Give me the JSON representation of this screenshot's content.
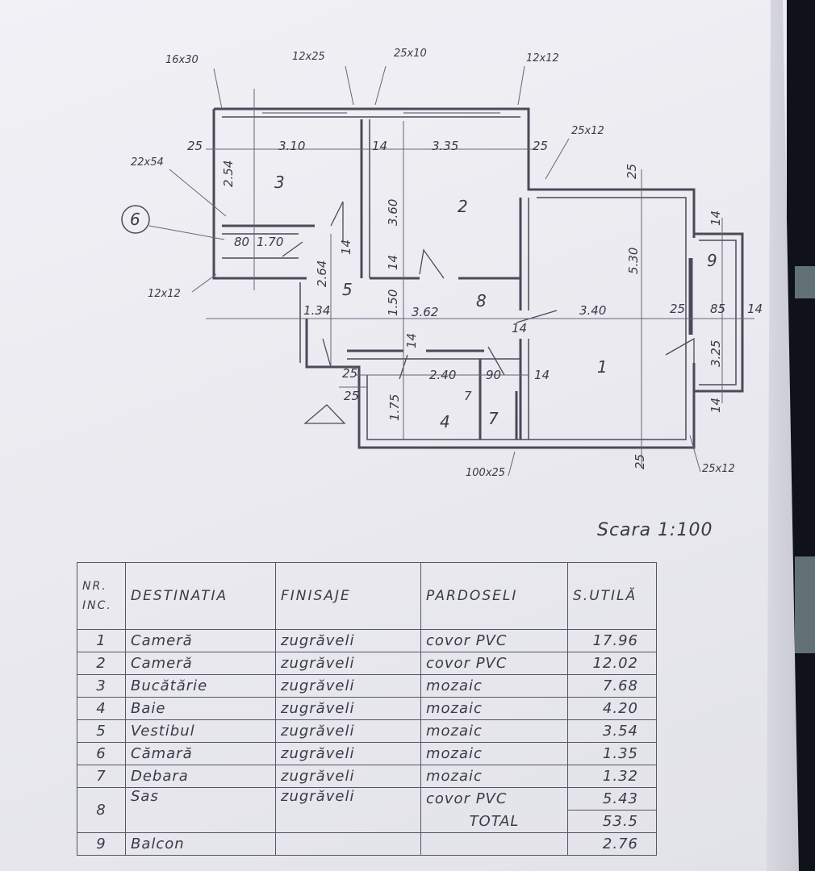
{
  "plan": {
    "rooms": [
      {
        "no": "1"
      },
      {
        "no": "2"
      },
      {
        "no": "3"
      },
      {
        "no": "4"
      },
      {
        "no": "5"
      },
      {
        "no": "6"
      },
      {
        "no": "7"
      },
      {
        "no": "8"
      },
      {
        "no": "9"
      }
    ],
    "labels": {
      "l16x30": "16x30",
      "l12x25": "12x25",
      "l25x10": "25x10",
      "l12x12_top": "12x12",
      "l25x12_top": "25x12",
      "l22x54": "22x54",
      "l12x12_left": "12x12",
      "l100x25": "100x25",
      "l25x12_bottom": "25x12"
    },
    "dims": {
      "d25_a": "25",
      "d310": "3.10",
      "d14_a": "14",
      "d335": "3.35",
      "d25_b": "25",
      "d254": "2.54",
      "d360": "3.60",
      "d25_c": "25",
      "d530": "5.30",
      "d80": "80",
      "d170": "1.70",
      "d264": "2.64",
      "d14_b": "14",
      "d14_c": "14",
      "d14_d": "14",
      "d134": "1.34",
      "d150": "1.50",
      "d362": "3.62",
      "d340": "3.40",
      "d25_d": "25",
      "d85": "85",
      "d14_e": "14",
      "d14_f": "14",
      "d14_g": "14",
      "d325": "3.25",
      "d240": "2.40",
      "d90": "90",
      "d14_h": "14",
      "d25_e": "25",
      "d25_f": "25",
      "d7": "7",
      "d175": "1.75",
      "d14_i": "14",
      "d25_g": "25"
    }
  },
  "scale": "Scara 1:100",
  "table": {
    "headers": {
      "nr_line1": "NR.",
      "nr_line2": "INC.",
      "destinatia": "DESTINATIA",
      "finisaje": "FINISAJE",
      "pardoseli": "PARDOSELI",
      "s_utila": "S.UTILĂ"
    },
    "rows": [
      {
        "nr": "1",
        "destinatia": "Cameră",
        "finisaje": "zugrăveli",
        "pardoseli": "covor PVC",
        "suprafata": "17.96"
      },
      {
        "nr": "2",
        "destinatia": "Cameră",
        "finisaje": "zugrăveli",
        "pardoseli": "covor PVC",
        "suprafata": "12.02"
      },
      {
        "nr": "3",
        "destinatia": "Bucătărie",
        "finisaje": "zugrăveli",
        "pardoseli": "mozaic",
        "suprafata": "7.68"
      },
      {
        "nr": "4",
        "destinatia": "Baie",
        "finisaje": "zugrăveli",
        "pardoseli": "mozaic",
        "suprafata": "4.20"
      },
      {
        "nr": "5",
        "destinatia": "Vestibul",
        "finisaje": "zugrăveli",
        "pardoseli": "mozaic",
        "suprafata": "3.54"
      },
      {
        "nr": "6",
        "destinatia": "Cămară",
        "finisaje": "zugrăveli",
        "pardoseli": "mozaic",
        "suprafata": "1.35"
      },
      {
        "nr": "7",
        "destinatia": "Debara",
        "finisaje": "zugrăveli",
        "pardoseli": "mozaic",
        "suprafata": "1.32"
      },
      {
        "nr": "8",
        "destinatia": "Sas",
        "finisaje": "zugrăveli",
        "pardoseli": "covor PVC",
        "suprafata": "5.43"
      }
    ],
    "total_label": "TOTAL",
    "total_value": "53.5",
    "balcon": {
      "nr": "9",
      "destinatia": "Balcon",
      "suprafata": "2.76"
    }
  }
}
